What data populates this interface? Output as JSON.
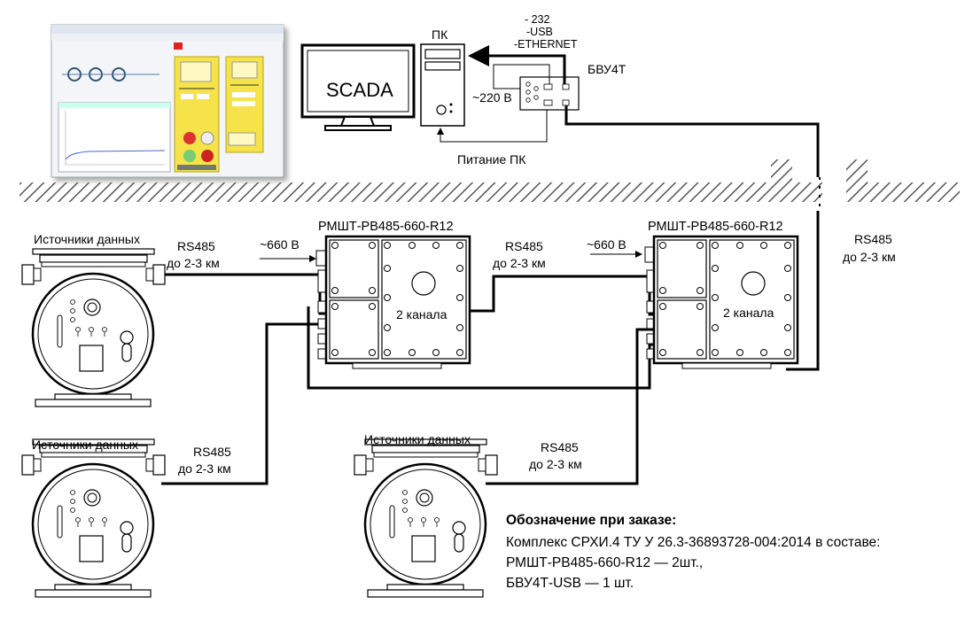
{
  "pc": {
    "monitor_label": "SCADA",
    "pc_label": "ПК",
    "interfaces": [
      "- 232",
      "-USB",
      "-ETHERNET"
    ],
    "bvu_label": "БВУ4Т",
    "power_220": "~220 В",
    "pc_power": "Питание ПК"
  },
  "sources": {
    "label": "Источники данных"
  },
  "links": {
    "rs485": "RS485",
    "distance": "до 2-3 км"
  },
  "rmsht": {
    "name": "РМШТ-РВ485-660-R12",
    "voltage": "~660 В",
    "channels": "2 канала"
  },
  "order": {
    "heading": "Обозначение при заказе:",
    "lines": [
      "Комплекс СРХИ.4 ТУ У 26.3-36893728-004:2014 в составе:",
      "РМШТ-РВ485-660-R12 — 2шт.,",
      "БВУ4Т-USB — 1 шт."
    ]
  }
}
